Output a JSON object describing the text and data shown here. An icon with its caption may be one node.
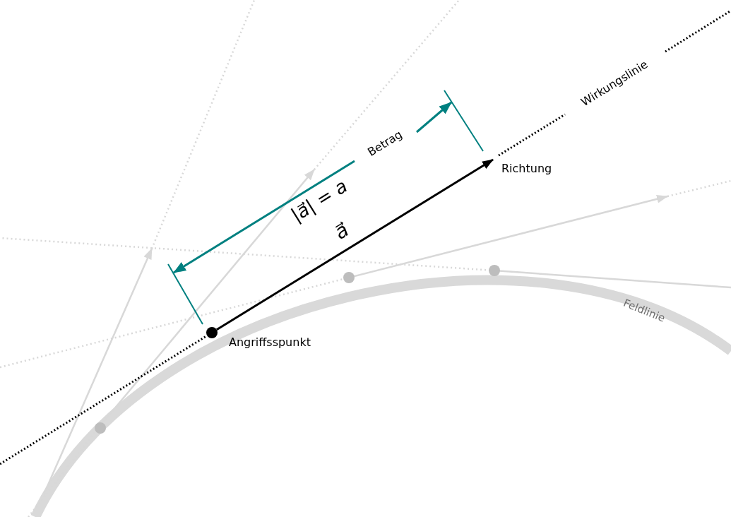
{
  "diagram": {
    "nodes": [
      {
        "text": [],
        "shape": "circle",
        "beside": [
          "Angriffsspunkt"
        ]
      },
      {
        "text": [
          "Richtung"
        ]
      }
    ],
    "edges": [
      {
        "from": 0,
        "to": 1,
        "arrow": "to",
        "label": "a⃗"
      }
    ],
    "labels": [
      "Wirkungslinie",
      "Betrag",
      "|a⃗| = a",
      "Feldlinie"
    ]
  }
}
